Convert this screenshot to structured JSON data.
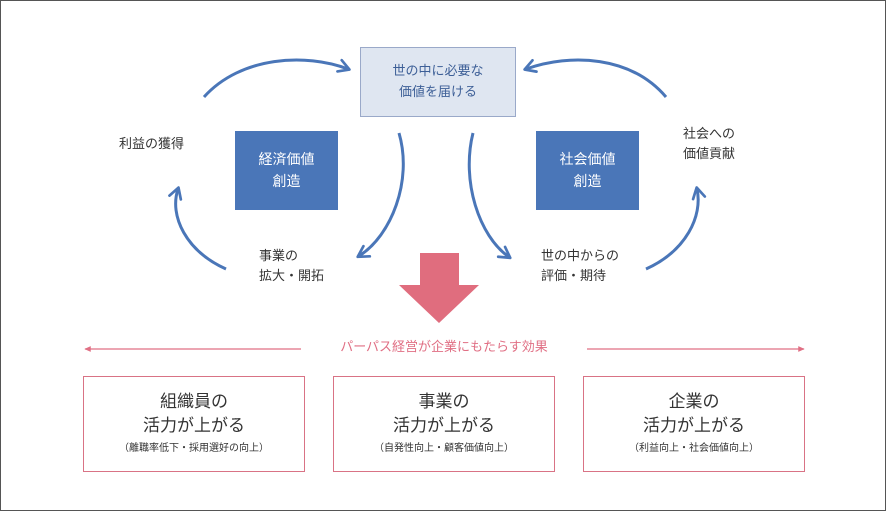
{
  "center_box": {
    "line1": "世の中に必要な",
    "line2": "価値を届ける"
  },
  "economic_value": {
    "line1": "経済価値",
    "line2": "創造"
  },
  "social_value": {
    "line1": "社会価値",
    "line2": "創造"
  },
  "labels": {
    "profit": "利益の獲得",
    "business_line1": "事業の",
    "business_line2": "拡大・開拓",
    "social_contrib_line1": "社会への",
    "social_contrib_line2": "価値貢献",
    "evaluation_line1": "世の中からの",
    "evaluation_line2": "評価・期待"
  },
  "banner": "パーパス経営が企業にもたらす効果",
  "effects": [
    {
      "title_line1": "組織員の",
      "title_line2": "活力が上がる",
      "sub": "（離職率低下・採用選好の向上）"
    },
    {
      "title_line1": "事業の",
      "title_line2": "活力が上がる",
      "sub": "（自発性向上・顧客価値向上）"
    },
    {
      "title_line1": "企業の",
      "title_line2": "活力が上がる",
      "sub": "（利益向上・社会価値向上）"
    }
  ],
  "colors": {
    "arrow_blue": "#4a76b8",
    "box_blue": "#4a76b8",
    "center_fill": "#dfe6f1",
    "accent_pink": "#e06f84",
    "down_arrow": "#e06d7e"
  }
}
